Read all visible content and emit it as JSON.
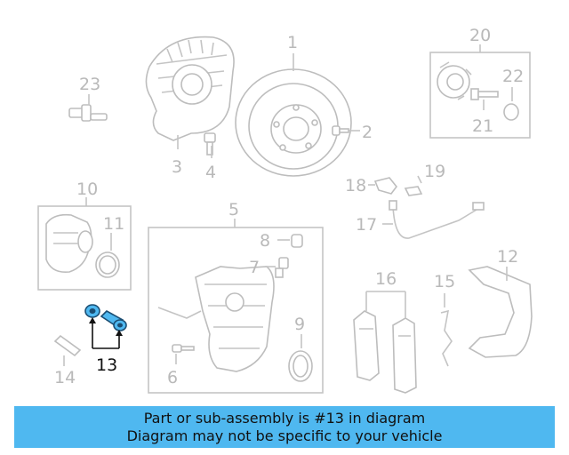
{
  "callouts": {
    "n1": "1",
    "n2": "2",
    "n3": "3",
    "n4": "4",
    "n5": "5",
    "n6": "6",
    "n7": "7",
    "n8": "8",
    "n9": "9",
    "n10": "10",
    "n11": "11",
    "n12": "12",
    "n13": "13",
    "n14": "14",
    "n15": "15",
    "n16": "16",
    "n17": "17",
    "n18": "18",
    "n19": "19",
    "n20": "20",
    "n21": "21",
    "n22": "22",
    "n23": "23"
  },
  "highlight": {
    "part": "13",
    "color": "#4fb8f0"
  },
  "banner": {
    "line1": "Part or sub-assembly is #13 in diagram",
    "line2": "Diagram may not be specific to your vehicle",
    "bg_color": "#4fb8f0"
  }
}
